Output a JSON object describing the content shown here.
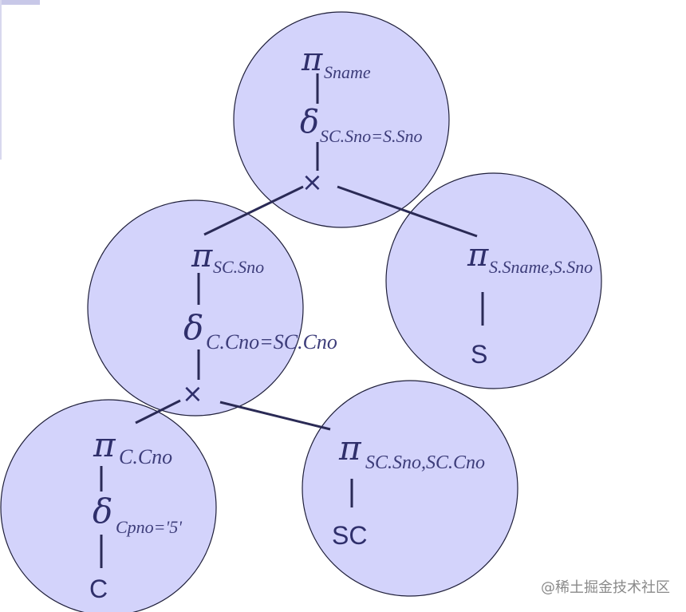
{
  "diagram": {
    "nodes": {
      "top": {
        "pi": "π",
        "pi_sub": "Sname",
        "sigma": "δ",
        "sigma_sub": "SC.Sno=S.Sno",
        "join": "×"
      },
      "right": {
        "pi": "π",
        "pi_sub": "S.Sname,S.Sno",
        "relation": "S"
      },
      "middle": {
        "pi": "π",
        "pi_sub": "SC.Sno",
        "sigma": "δ",
        "sigma_sub": "C.Cno=SC.Cno",
        "join": "×"
      },
      "bottom_left": {
        "pi": "π",
        "pi_sub": "C.Cno",
        "sigma": "δ",
        "sigma_sub": "Cpno='5'",
        "relation": "C"
      },
      "bottom_right": {
        "pi": "π",
        "pi_sub": "SC.Sno,SC.Cno",
        "relation": "SC"
      }
    },
    "watermark": "@稀土掘金技术社区",
    "colors": {
      "circle_fill": "#d3d3fb",
      "circle_stroke": "#1f1f3a",
      "text": "#2f2f6b",
      "edge": "#2a2a55"
    }
  }
}
